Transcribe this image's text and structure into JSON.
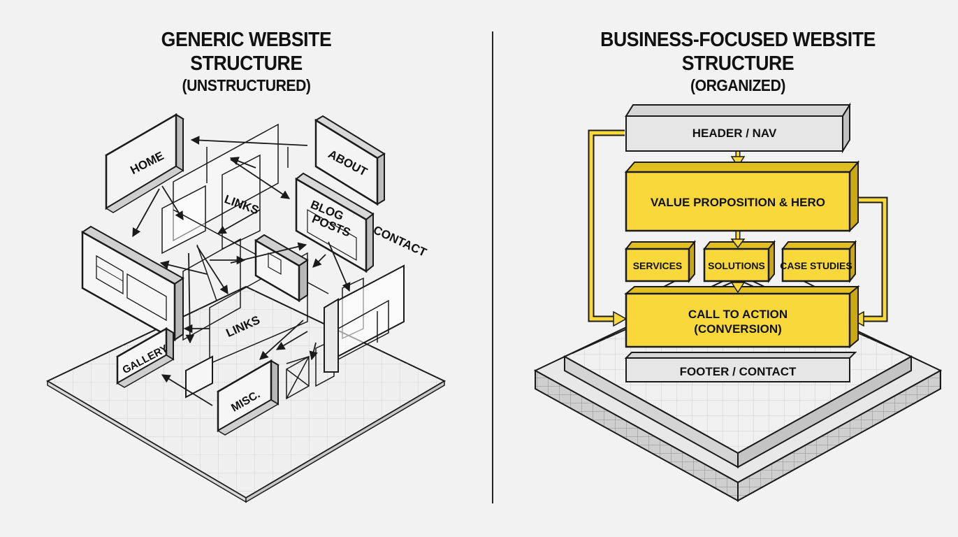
{
  "left_panel": {
    "title": "GENERIC WEBSITE STRUCTURE",
    "subtitle": "(UNSTRUCTURED)",
    "labels": {
      "home": "HOME",
      "about": "ABOUT",
      "links_top": "LINKS",
      "blog_line1": "BLOG",
      "blog_line2": "POSTS",
      "contact": "CONTACT",
      "links_bottom": "LINKS",
      "gallery": "GALLERY",
      "misc": "MISC."
    }
  },
  "right_panel": {
    "title": "BUSINESS-FOCUSED WEBSITE STRUCTURE",
    "subtitle": "(ORGANIZED)",
    "blocks": {
      "header": "HEADER / NAV",
      "value": "VALUE PROPOSITION & HERO",
      "services": "SERVICES",
      "solutions": "SOLUTIONS",
      "case_studies": "CASE STUDIES",
      "cta_line1": "CALL TO ACTION",
      "cta_line2": "(CONVERSION)",
      "footer": "FOOTER / CONTACT"
    }
  },
  "colors": {
    "accent_yellow": "#f8d83a",
    "ink": "#1a1a1a",
    "paper": "#f2f2f2",
    "gray_block": "#e2e2e2"
  }
}
